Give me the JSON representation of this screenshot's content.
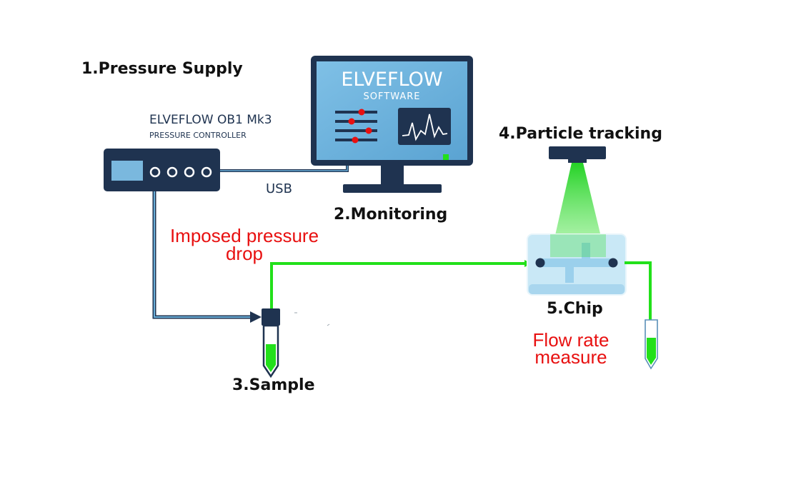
{
  "labels": {
    "pressure_supply": "1.Pressure Supply",
    "monitoring": "2.Monitoring",
    "sample": "3.Sample",
    "particle_tracking": "4.Particle tracking",
    "chip": "5.Chip",
    "imposed_line1": "Imposed  pressure",
    "imposed_line2": "drop",
    "flow_line1": "Flow  rate",
    "flow_line2": "measure",
    "usb": "USB"
  },
  "controller": {
    "name": "ELVEFLOW OB1 Mk3",
    "subtitle": "PRESSURE CONTROLLER"
  },
  "monitor": {
    "brand": "ELVEFLOW",
    "software": "SOFTWARE"
  },
  "colors": {
    "navy": "#1f3350",
    "screen": "#6aaed8",
    "green": "#22e01a",
    "red": "#e81010",
    "chip": "#c9e8f6"
  }
}
